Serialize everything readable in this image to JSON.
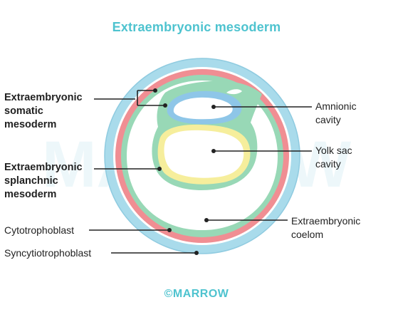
{
  "title": "Extraembryonic mesoderm",
  "labels": {
    "somatic": [
      "Extraembryonic",
      "somatic",
      "mesoderm"
    ],
    "splanchnic": [
      "Extraembryonic",
      "splanchnic",
      "mesoderm"
    ],
    "cytotrophoblast": "Cytotrophoblast",
    "syncytiotrophoblast": "Syncytiotrophoblast",
    "amnionic": [
      "Amnionic",
      "cavity"
    ],
    "yolk_sac": [
      "Yolk sac",
      "cavity"
    ],
    "coelom": [
      "Extraembryonic",
      "coelom"
    ]
  },
  "watermark": "MARROW",
  "footer": "©MARROW",
  "colors": {
    "title": "#4ec3cf",
    "syncytiotrophoblast": "#a9dbeb",
    "cytotrophoblast": "#f08e93",
    "mesoderm": "#98d8b6",
    "amnion": "#8ec6e8",
    "yolk_sac": "#f6ee9c",
    "leader_line": "#222222"
  }
}
